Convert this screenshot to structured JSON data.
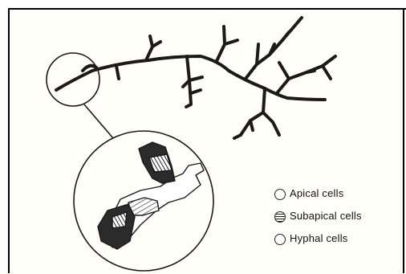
{
  "legend": {
    "items": [
      {
        "label": "Apical cells",
        "swatch": "open"
      },
      {
        "label": "Subapical cells",
        "swatch": "hatched"
      },
      {
        "label": "Hyphal cells",
        "swatch": "open"
      }
    ]
  },
  "colors": {
    "ink": "#1a1a1a",
    "background": "#fffef8",
    "cell_shading": "#2b2b2b"
  }
}
